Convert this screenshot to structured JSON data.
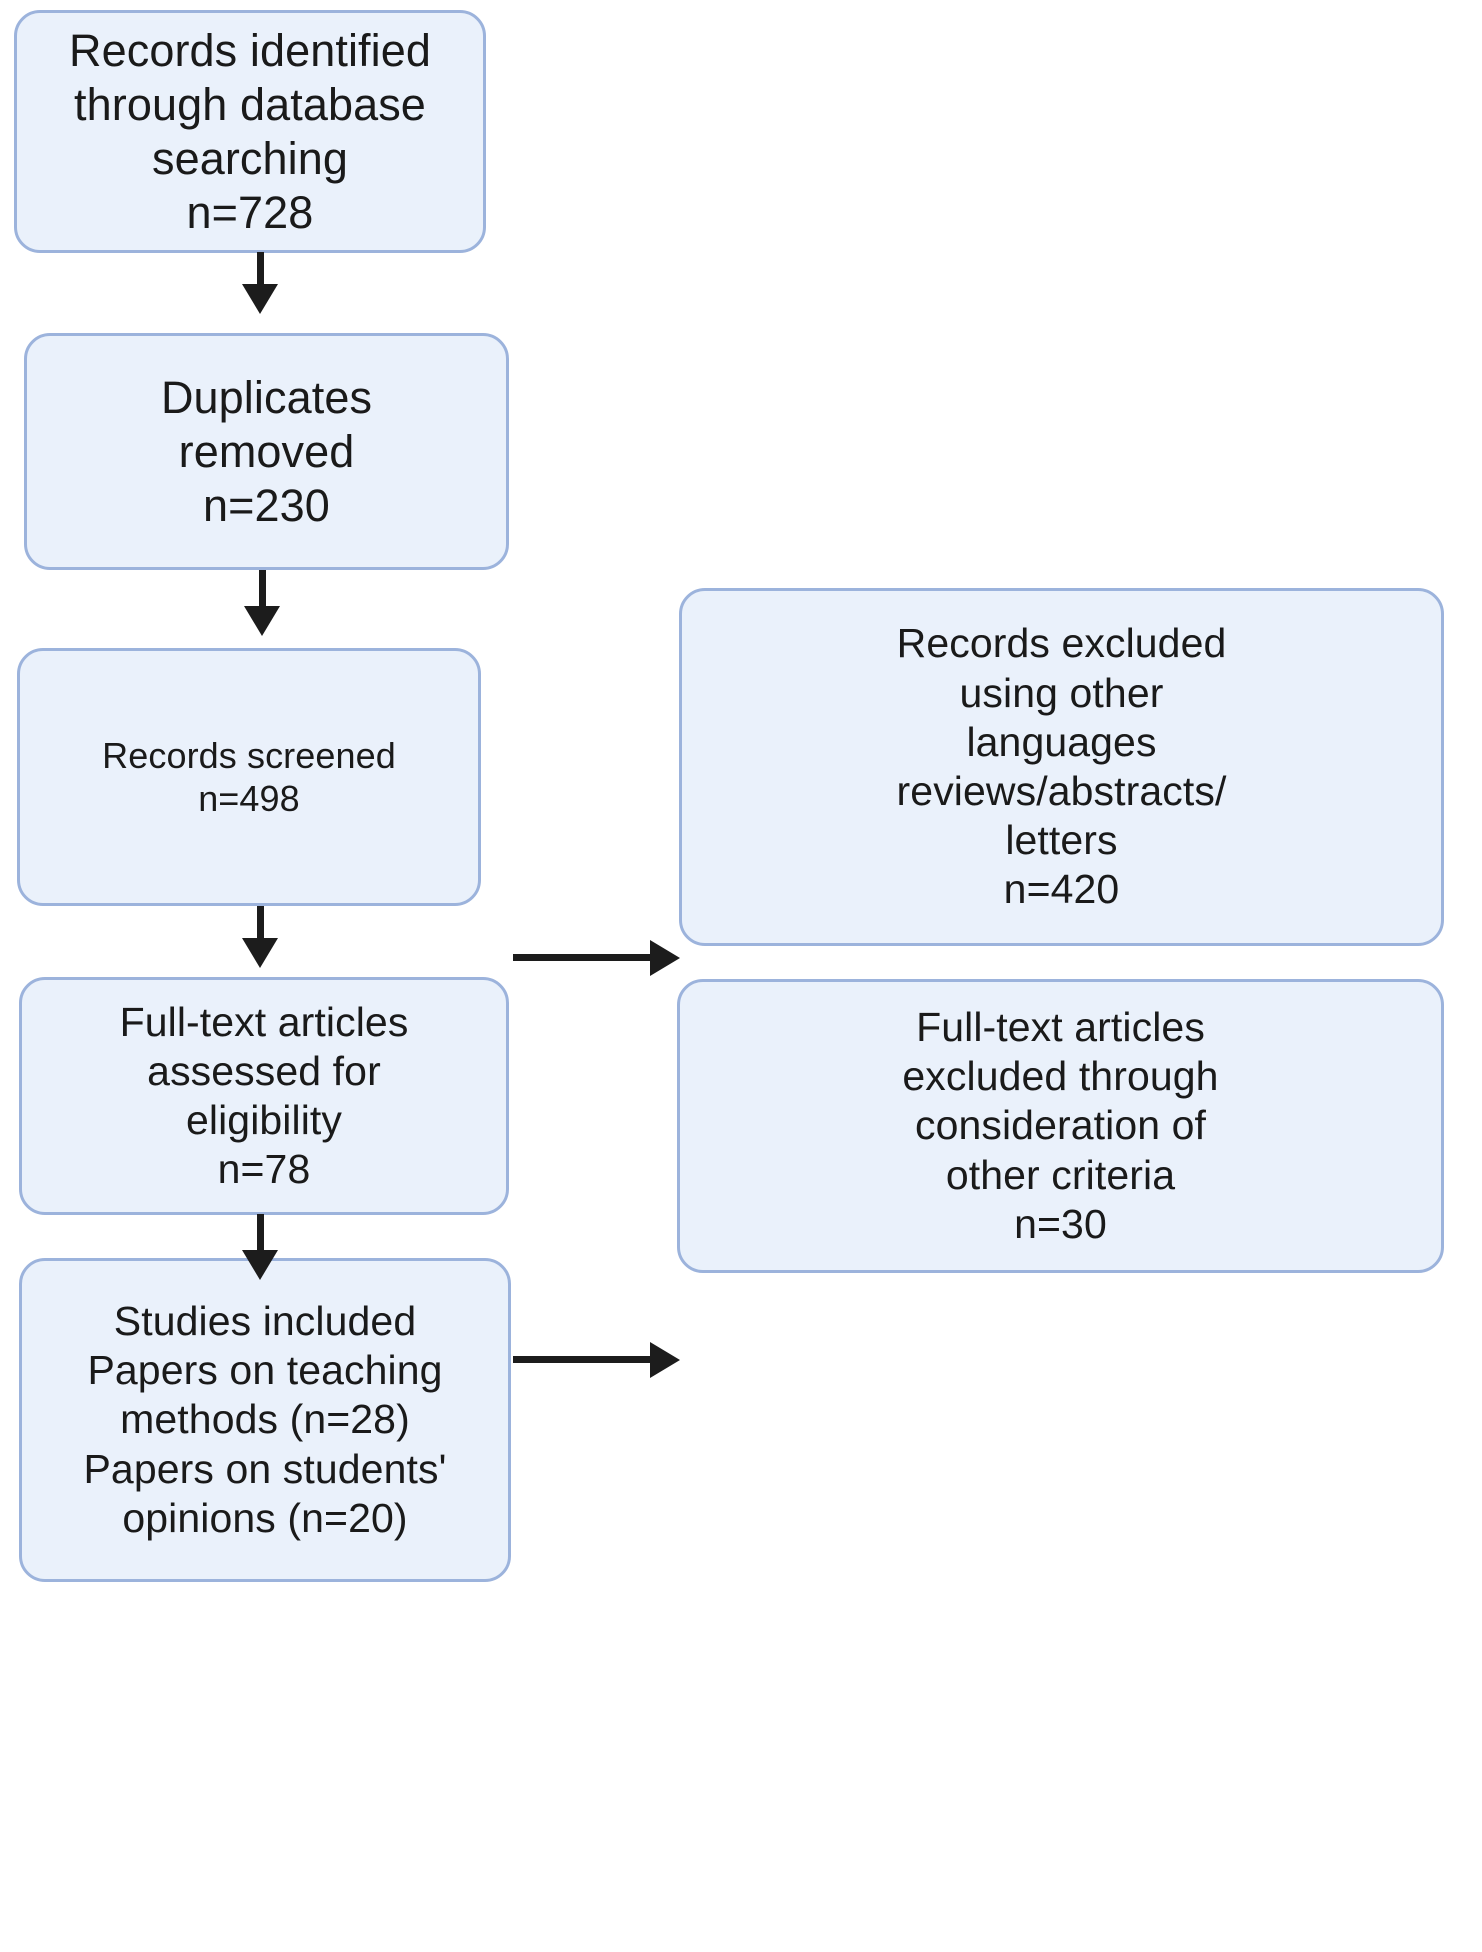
{
  "diagram": {
    "type": "prisma-flow-diagram",
    "title": "PRISMA study selection flow diagram",
    "colors": {
      "node_fill": "#eaf1fb",
      "node_border": "#9cb3dc",
      "arrow": "#1c1c1c",
      "text": "#1a1a1a",
      "background": "#ffffff"
    },
    "nodes": [
      {
        "id": "identified",
        "name": "records-identified",
        "text": "Records identified\nthrough database\nsearching\nn=728",
        "count": 728,
        "count_label": "n=728"
      },
      {
        "id": "duplicates",
        "name": "duplicates-removed",
        "text": "Duplicates\nremoved\nn=230",
        "count": 230,
        "count_label": "n=230"
      },
      {
        "id": "screened",
        "name": "records-screened",
        "text": "Records screened\nn=498",
        "count": 498,
        "count_label": "n=498"
      },
      {
        "id": "excluded1",
        "name": "records-excluded",
        "text": "Records excluded\nusing other\nlanguages\nreviews/abstracts/\nletters\nn=420",
        "count": 420,
        "count_label": "n=420"
      },
      {
        "id": "fulltext",
        "name": "full-text-assessed",
        "text": "Full-text articles\nassessed for\neligibility\nn=78",
        "count": 78,
        "count_label": "n=78"
      },
      {
        "id": "excluded2",
        "name": "full-text-excluded",
        "text": "Full-text articles\nexcluded through\nconsideration of\nother criteria\nn=30",
        "count": 30,
        "count_label": "n=30"
      },
      {
        "id": "included",
        "name": "studies-included",
        "text": "Studies included\nPapers on teaching\nmethods (n=28)\nPapers on students'\nopinions (n=20)",
        "teaching_methods_count": 28,
        "student_opinions_count": 20
      }
    ],
    "edges": [
      {
        "id": "e1",
        "from": "identified",
        "to": "duplicates",
        "direction": "down",
        "name": "arrow-identified-to-duplicates"
      },
      {
        "id": "e2",
        "from": "duplicates",
        "to": "screened",
        "direction": "down",
        "name": "arrow-duplicates-to-screened"
      },
      {
        "id": "e3",
        "from": "screened",
        "to": "fulltext",
        "direction": "down",
        "name": "arrow-screened-to-fulltext"
      },
      {
        "id": "e4",
        "from": "fulltext",
        "to": "included",
        "direction": "down",
        "name": "arrow-fulltext-to-included"
      },
      {
        "id": "e5",
        "from": "screened",
        "to": "excluded1",
        "direction": "right",
        "name": "arrow-screened-to-excluded"
      },
      {
        "id": "e6",
        "from": "fulltext",
        "to": "excluded2",
        "direction": "right",
        "name": "arrow-fulltext-to-excluded"
      }
    ]
  }
}
